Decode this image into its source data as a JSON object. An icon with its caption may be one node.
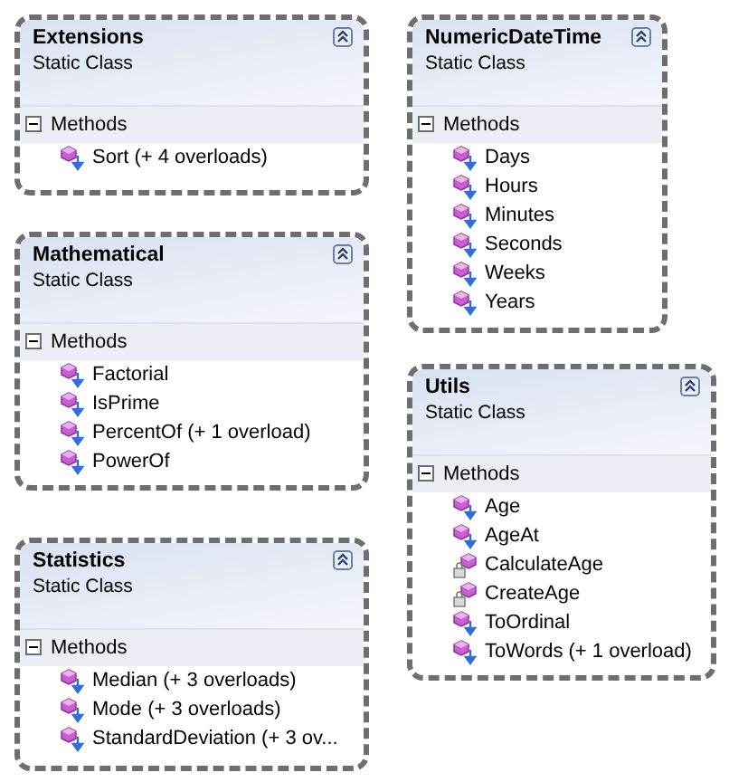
{
  "diagram": {
    "nodes": [
      {
        "text": [
          "Extensions",
          "Static Class"
        ]
      },
      {
        "text": [
          "Methods",
          "Sort (+ 4 overloads)"
        ],
        "in": 0
      },
      {
        "text": [
          "Mathematical",
          "Static Class"
        ]
      },
      {
        "text": [
          "Methods",
          "Factorial",
          "IsPrime",
          "PercentOf (+ 1 overload)",
          "PowerOf"
        ],
        "in": 2
      },
      {
        "text": [
          "Statistics",
          "Static Class"
        ]
      },
      {
        "text": [
          "Methods",
          "Median (+ 3 overloads)",
          "Mode (+ 3 overloads)",
          "StandardDeviation (+ 3 ov..."
        ],
        "in": 4
      },
      {
        "text": [
          "NumericDateTime",
          "Static Class"
        ]
      },
      {
        "text": [
          "Methods",
          "Days",
          "Hours",
          "Minutes",
          "Seconds",
          "Weeks",
          "Years"
        ],
        "in": 6
      },
      {
        "text": [
          "Utils",
          "Static Class"
        ]
      },
      {
        "text": [
          "Methods",
          "Age",
          "AgeAt",
          "CalculateAge",
          "CreateAge",
          "ToOrdinal",
          "ToWords (+ 1 overload)"
        ],
        "in": 8
      }
    ],
    "edges": []
  }
}
